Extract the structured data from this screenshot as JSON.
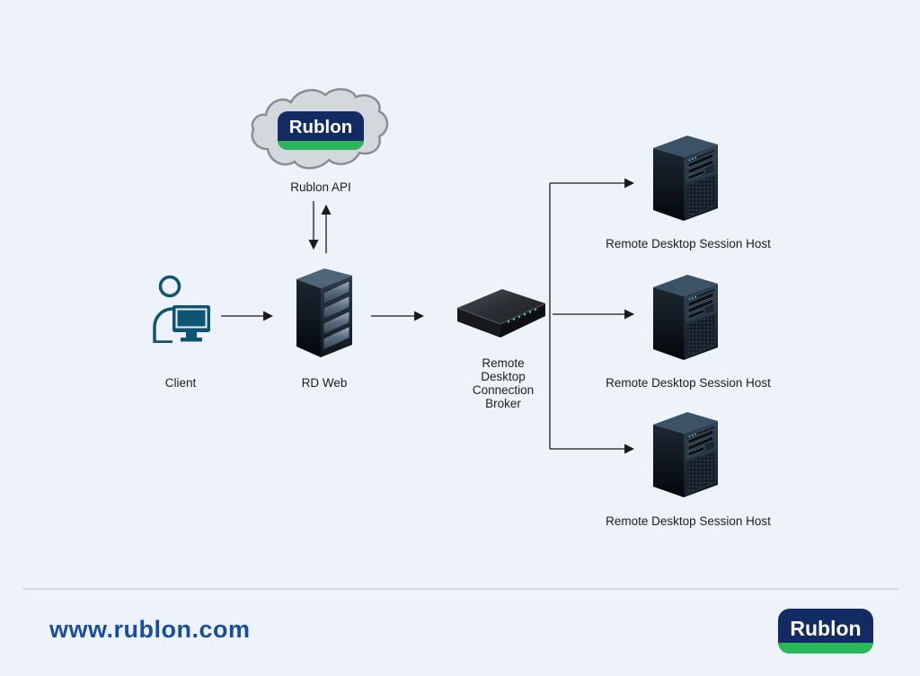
{
  "page": {
    "background": "#eef2fa"
  },
  "diagram": {
    "nodes": {
      "rublon_api": {
        "label": "Rublon API",
        "icon": "cloud-icon"
      },
      "client": {
        "label": "Client",
        "icon": "user-workstation-icon"
      },
      "rd_web": {
        "label": "RD Web",
        "icon": "rack-server-icon"
      },
      "broker": {
        "label": "Remote Desktop Connection Broker",
        "lines": [
          "Remote",
          "Desktop",
          "Connection",
          "Broker"
        ],
        "icon": "network-appliance-icon"
      }
    },
    "session_hosts": [
      {
        "label": "Remote Desktop Session Host"
      },
      {
        "label": "Remote Desktop Session Host"
      },
      {
        "label": "Remote Desktop Session Host"
      }
    ],
    "edges": [
      {
        "from": "client",
        "to": "rd_web",
        "direction": "right"
      },
      {
        "from": "rublon_api",
        "to": "rd_web",
        "direction": "both"
      },
      {
        "from": "rd_web",
        "to": "broker",
        "direction": "right"
      },
      {
        "from": "broker",
        "to": "session_host_1",
        "direction": "right"
      },
      {
        "from": "broker",
        "to": "session_host_2",
        "direction": "right"
      },
      {
        "from": "broker",
        "to": "session_host_3",
        "direction": "right"
      }
    ]
  },
  "branding": {
    "logo_text": "Rublon",
    "footer_logo_text": "Rublon",
    "website": "www.rublon.com",
    "colors": {
      "navy": "#132b63",
      "green": "#2cb65a",
      "teal": "#0d5573",
      "link_blue": "#174f9c",
      "arrow": "#1a1a1a",
      "cloud_gray": "#d4d7db"
    }
  }
}
